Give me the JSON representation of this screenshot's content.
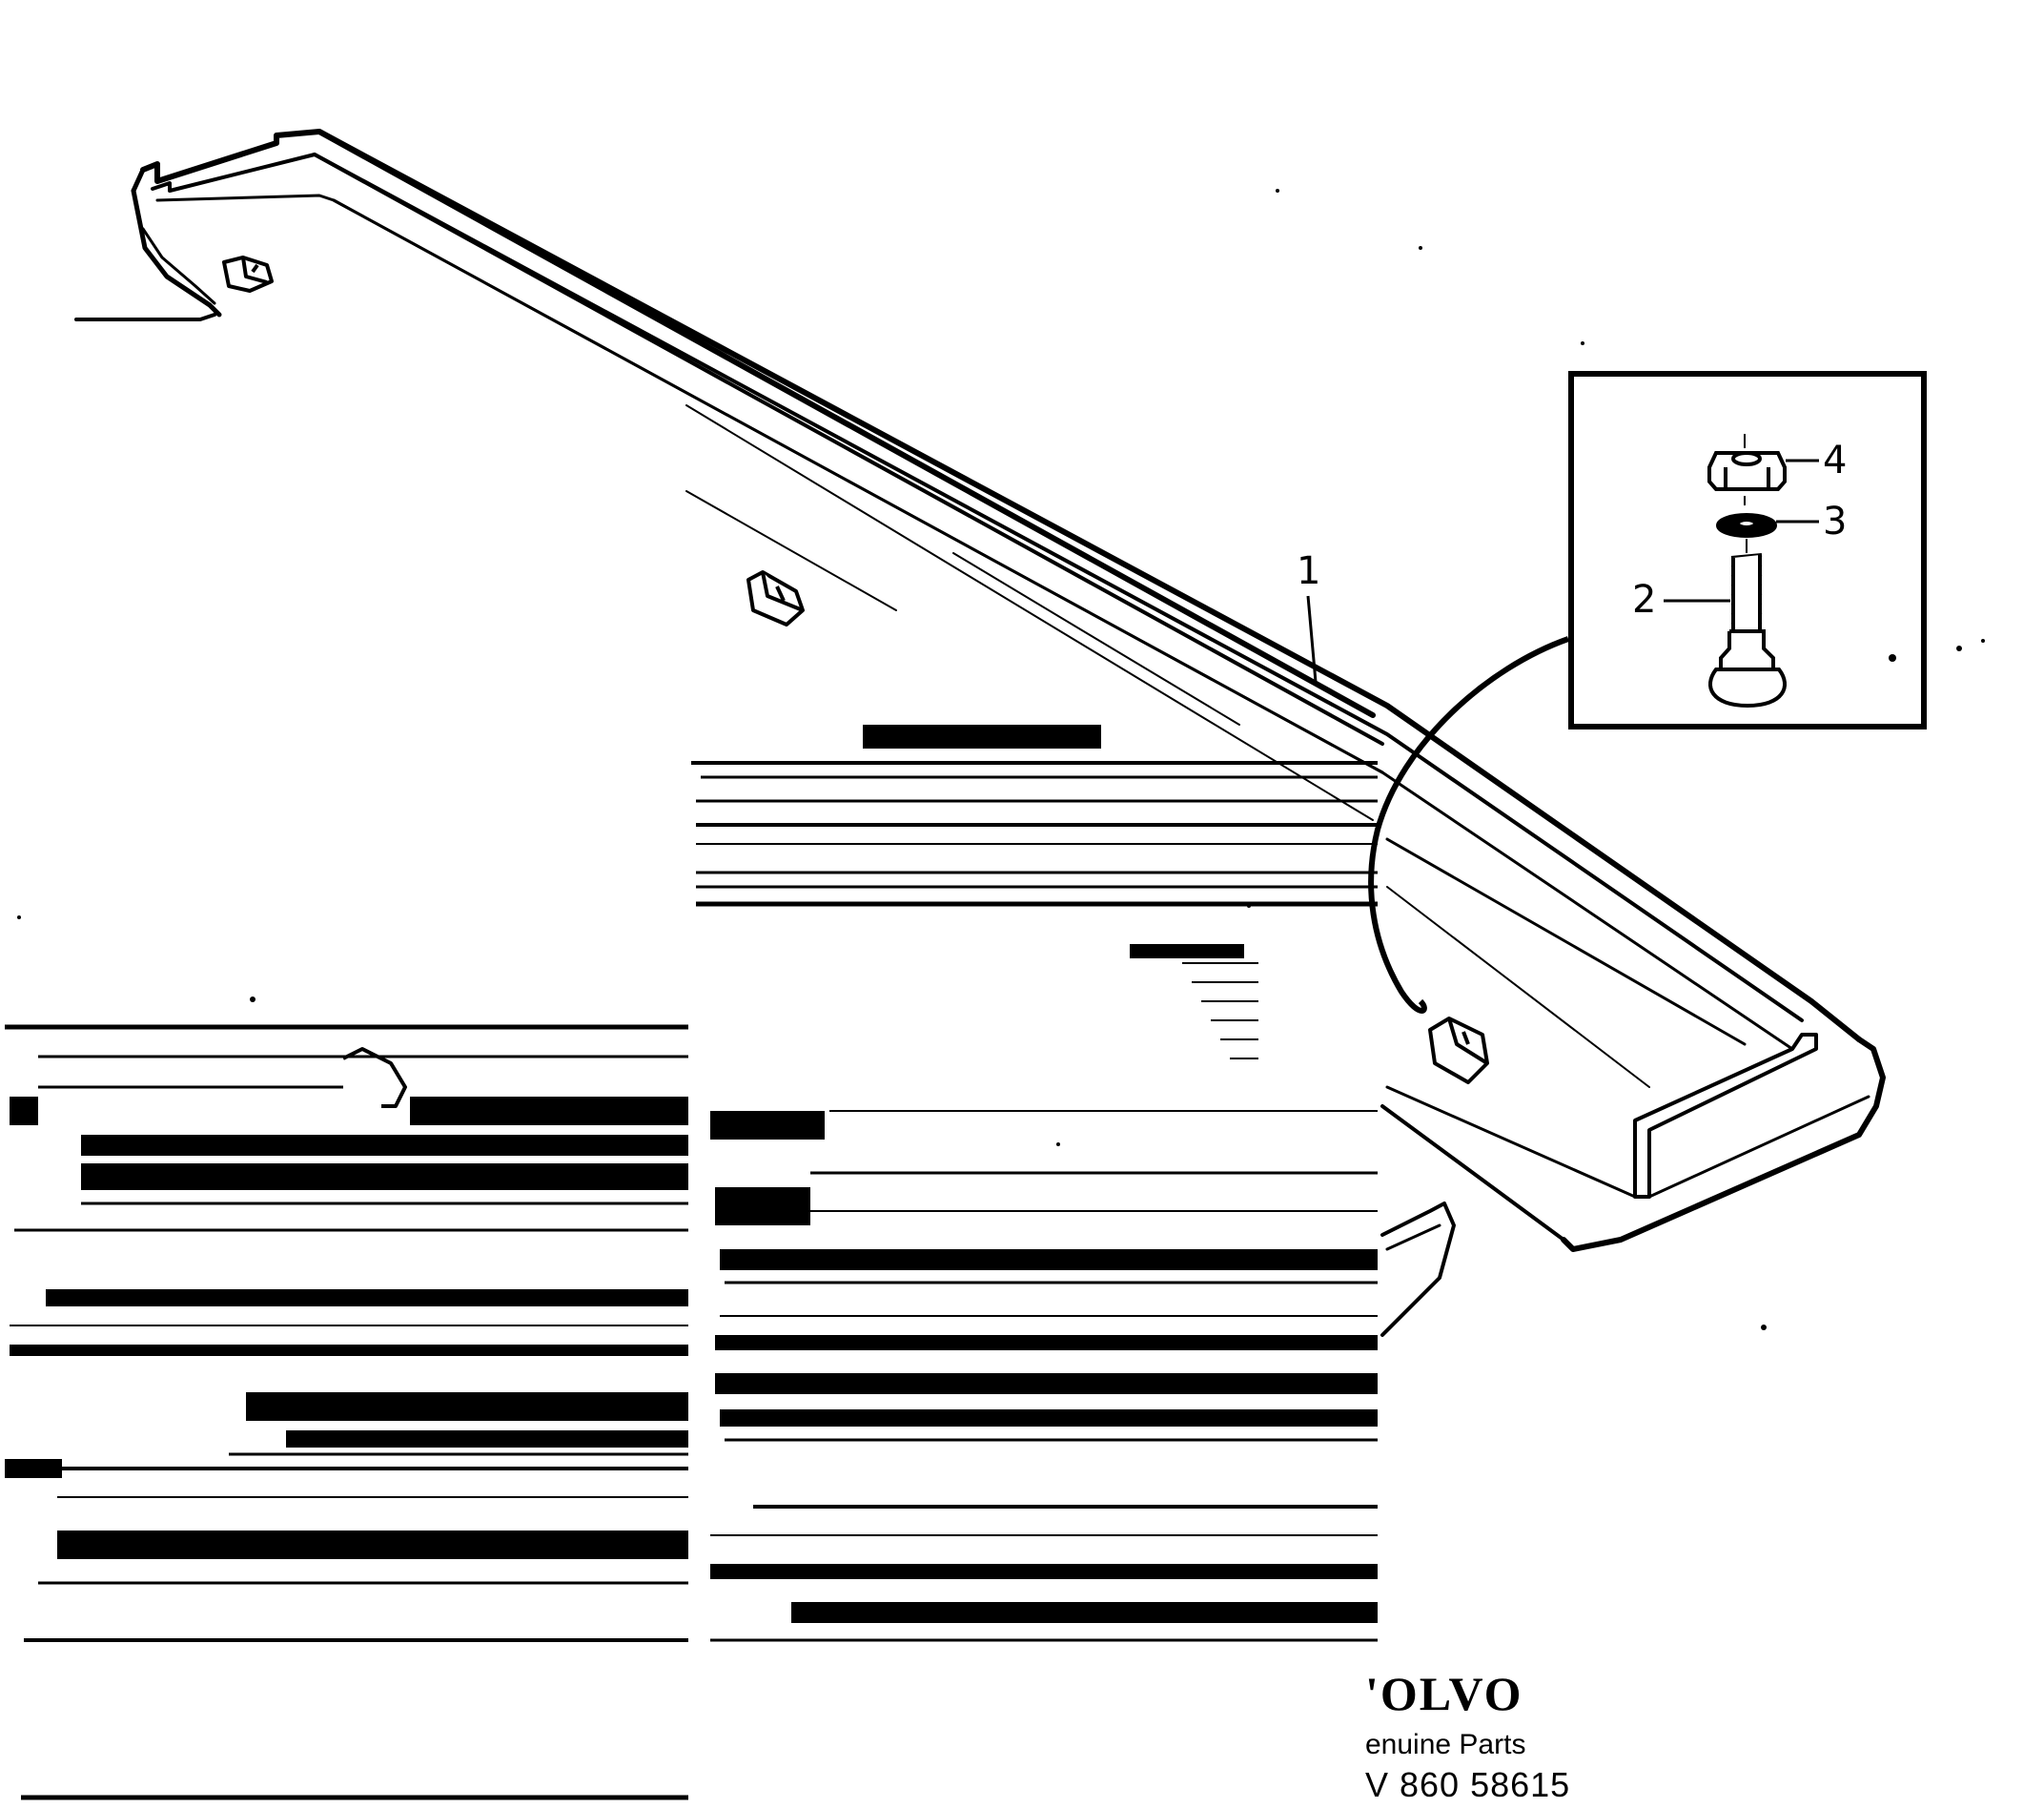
{
  "diagram": {
    "callouts": {
      "part_1": "1",
      "part_2": "2",
      "part_3": "3",
      "part_4": "4"
    },
    "brand": {
      "logo_text": "'OLVO",
      "tagline": "enuine Parts",
      "code": "V 860  58615"
    },
    "icons": [
      "rear-spoiler-icon",
      "mounting-clip-icon",
      "stud-bolt-icon",
      "washer-icon",
      "hex-nut-icon",
      "detail-circle-icon"
    ],
    "colors": {
      "ink": "#000000",
      "paper": "#ffffff"
    }
  }
}
